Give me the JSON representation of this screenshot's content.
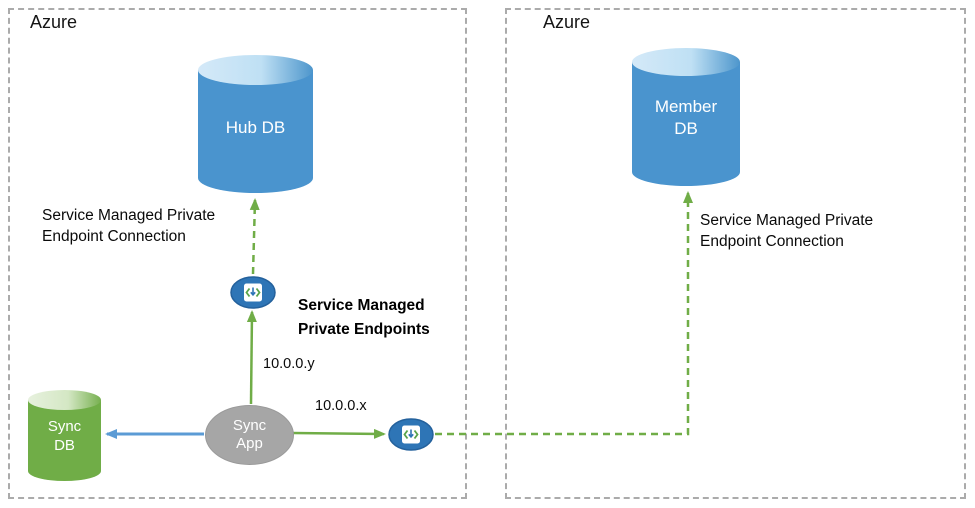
{
  "colors": {
    "db_blue": "#4A94CE",
    "db_blue_top": "#C6E2F5",
    "db_green": "#70AD47",
    "db_green_top": "#DCEBD0",
    "app_gray": "#A6A6A6",
    "arrow_green": "#70AD47",
    "arrow_blue": "#5B9BD5",
    "endpoint_blue": "#2E75B6",
    "region_border_gray": "#ABABAB"
  },
  "left_region": {
    "label": "Azure",
    "hub_db_label": "Hub DB",
    "sync_db_label": [
      "Sync",
      "DB"
    ],
    "sync_app_label": [
      "Sync",
      "App"
    ],
    "connection_label": [
      "Service Managed Private",
      "Endpoint Connection"
    ],
    "endpoints_label": [
      "Service Managed",
      "Private Endpoints"
    ],
    "ip_upper": "10.0.0.y",
    "ip_lower": "10.0.0.x"
  },
  "right_region": {
    "label": "Azure",
    "member_db_label": [
      "Member",
      "DB"
    ],
    "connection_label": [
      "Service Managed Private",
      "Endpoint Connection"
    ]
  }
}
